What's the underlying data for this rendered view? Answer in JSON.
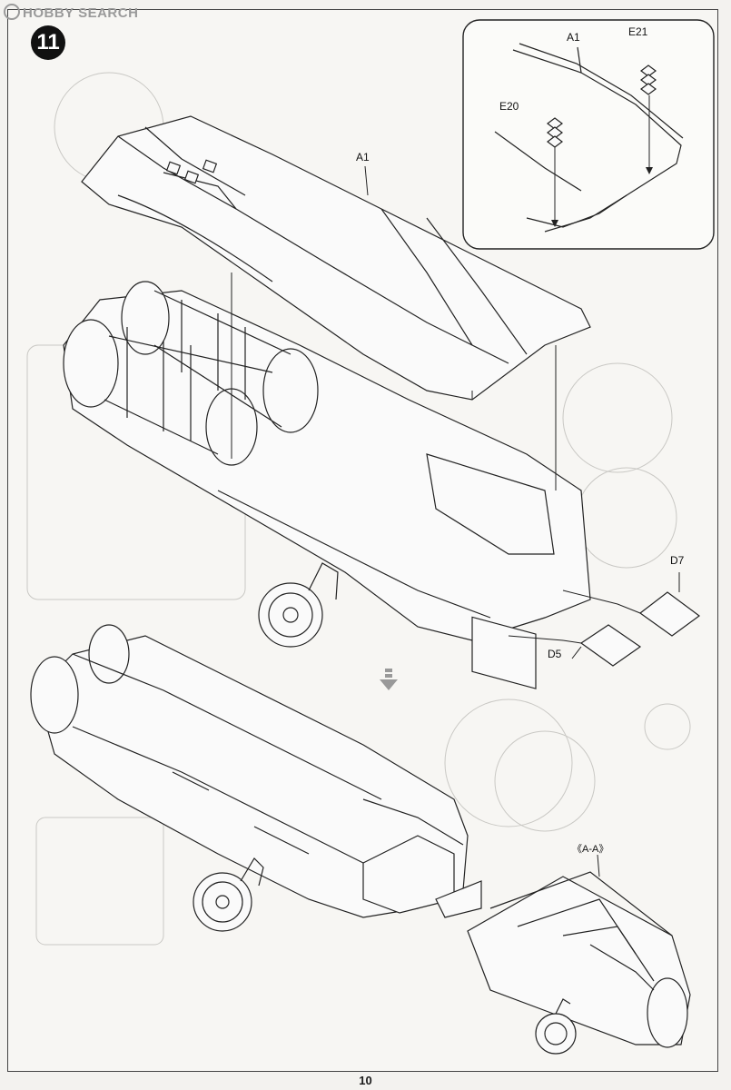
{
  "watermark": {
    "text": "HOBBY SEARCH"
  },
  "step": {
    "number": "11"
  },
  "parts": {
    "a1_inset": "A1",
    "e21": "E21",
    "e20": "E20",
    "a1_main": "A1",
    "d7": "D7",
    "d5": "D5"
  },
  "section_label": "《A-A》",
  "page": {
    "number": "10"
  }
}
